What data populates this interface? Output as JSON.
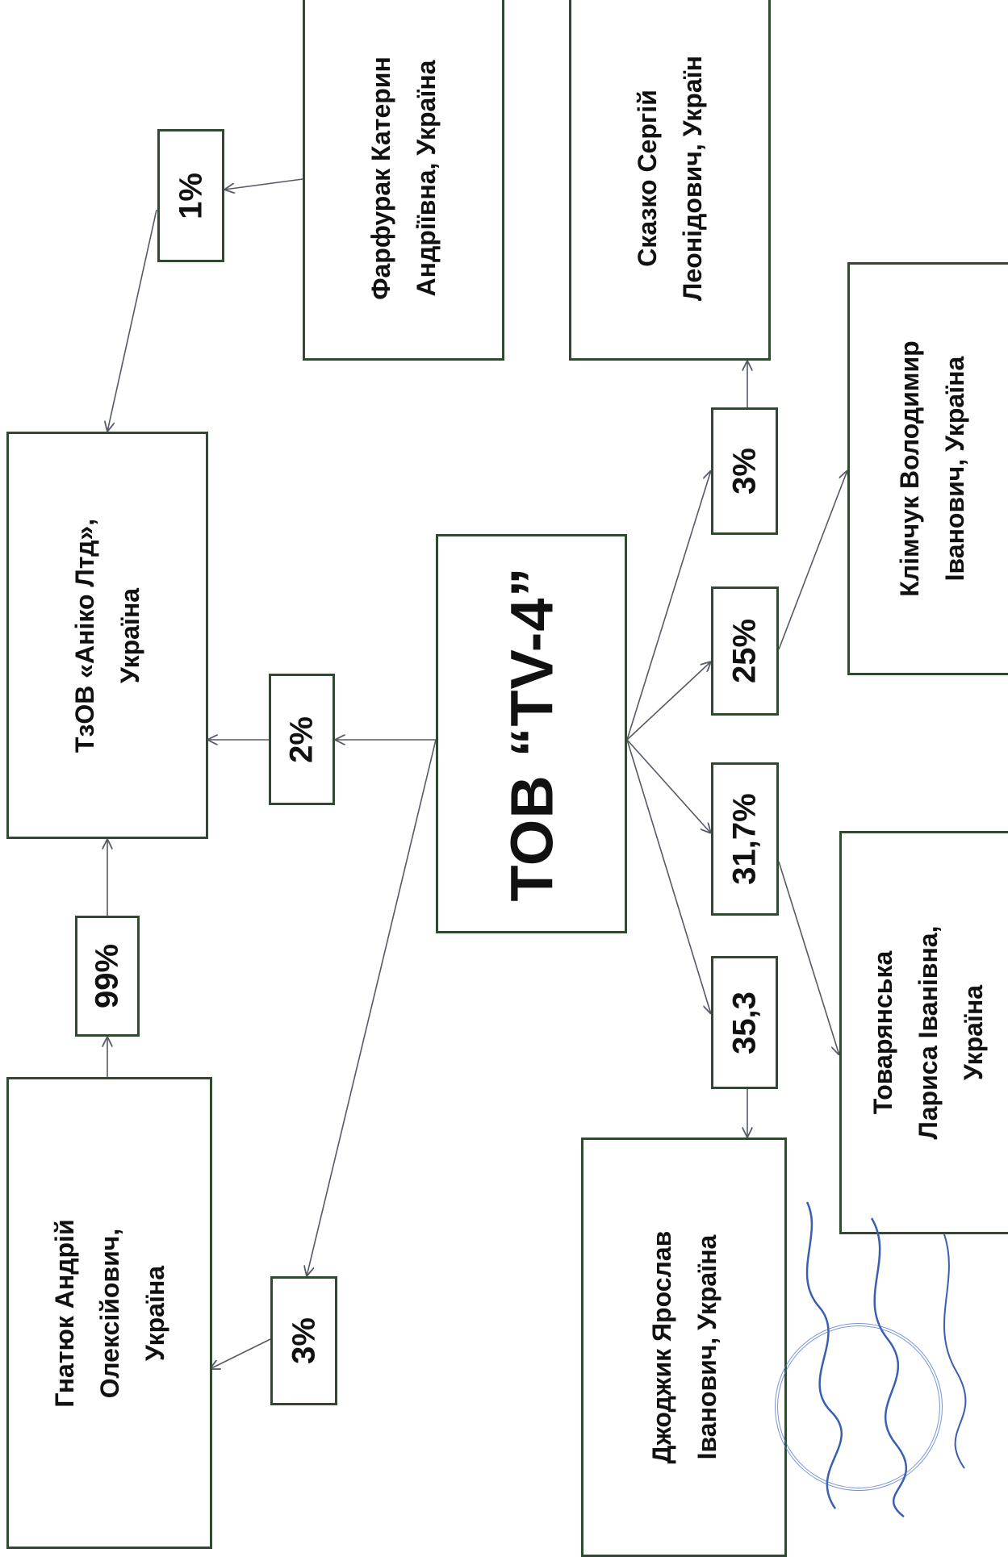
{
  "main_company": {
    "label": "ТОВ “TV-4”"
  },
  "owners": {
    "anico": {
      "lines": [
        "ТзОВ «Аніко Лтд»,",
        "Україна"
      ]
    },
    "farfurak": {
      "lines": [
        "Фарфурак Катерин",
        "Андріївна, Україна"
      ]
    },
    "skazko": {
      "lines": [
        "Сказко Сергій",
        "Леонідович, Україн"
      ]
    },
    "klimchuk": {
      "lines": [
        "Клімчук Володимир",
        "Іванович, Україна"
      ]
    },
    "tovaryanska": {
      "lines": [
        "Товарянська",
        "Лариса Іванівна,",
        "Україна"
      ]
    },
    "dzhodzhyk": {
      "lines": [
        "Джоджик Ярослав",
        "Іванович, Україна"
      ]
    },
    "hnatiuk": {
      "lines": [
        "Гнатюк Андрій",
        "Олексійович,",
        "Україна"
      ]
    }
  },
  "shares": {
    "farfurak_to_anico": "1%",
    "tv4_to_anico": "2%",
    "hnatiuk_to_anico": "99%",
    "tv4_to_hnatiuk": "3%",
    "tv4_to_skazko": "3%",
    "tv4_to_klimchuk": "25%",
    "tv4_to_tovaryanska": "31,7%",
    "tv4_to_dzhodzhyk": "35,3"
  },
  "colors": {
    "box_border": "#2f4a30",
    "connector": "#555a66",
    "stamp": "#4a72c9"
  }
}
